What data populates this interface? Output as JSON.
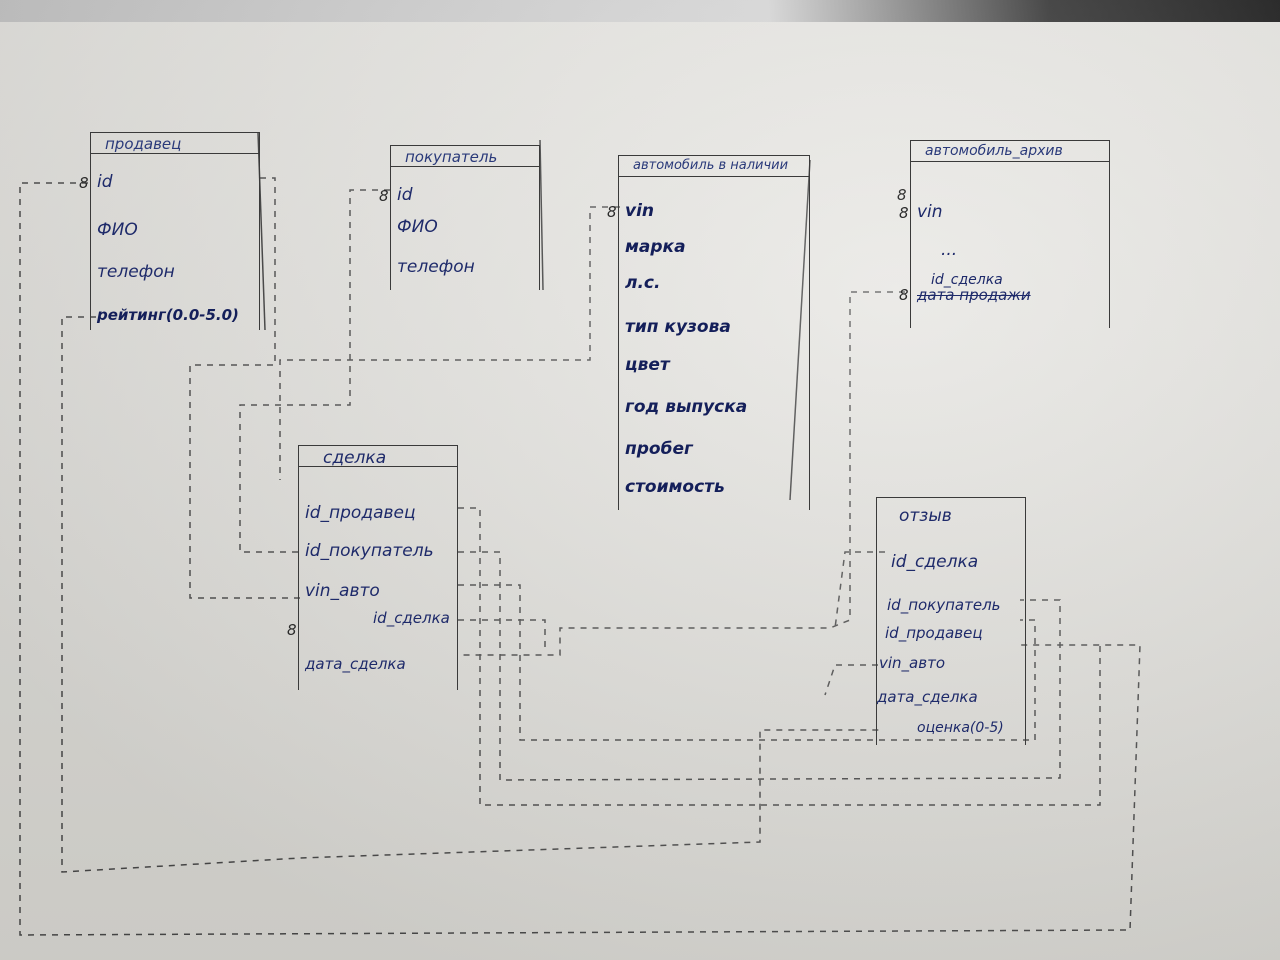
{
  "entities": {
    "seller": {
      "title": "продавец",
      "key": "8",
      "fields": [
        "id",
        "ФИО",
        "телефон",
        "рейтинг(0.0-5.0)"
      ]
    },
    "buyer": {
      "title": "покупатель",
      "key": "8",
      "fields": [
        "id",
        "ФИО",
        "телефон"
      ]
    },
    "car_stock": {
      "title": "автомобиль в наличии",
      "key": "8",
      "fields": [
        "vin",
        "марка",
        "л.с.",
        "тип кузова",
        "цвет",
        "год выпуска",
        "пробег",
        "стоимость"
      ]
    },
    "car_archive": {
      "title": "автомобиль_архив",
      "key": "8",
      "fields": [
        "vin",
        "...",
        "id_сделка",
        "дата продажи"
      ]
    },
    "deal": {
      "title": "сделка",
      "key": "8",
      "fields": [
        "id_продавец",
        "id_покупатель",
        "vin_авто",
        "id_сделка",
        "дата_сделка"
      ]
    },
    "review": {
      "title": "отзыв",
      "fields": [
        "id_сделка",
        "id_покупатель",
        "id_продавец",
        "vin_авто",
        "дата_сделка",
        "оценка(0-5)"
      ]
    }
  },
  "markers": {
    "archive_key2": "8",
    "archive_key_top": "8"
  }
}
